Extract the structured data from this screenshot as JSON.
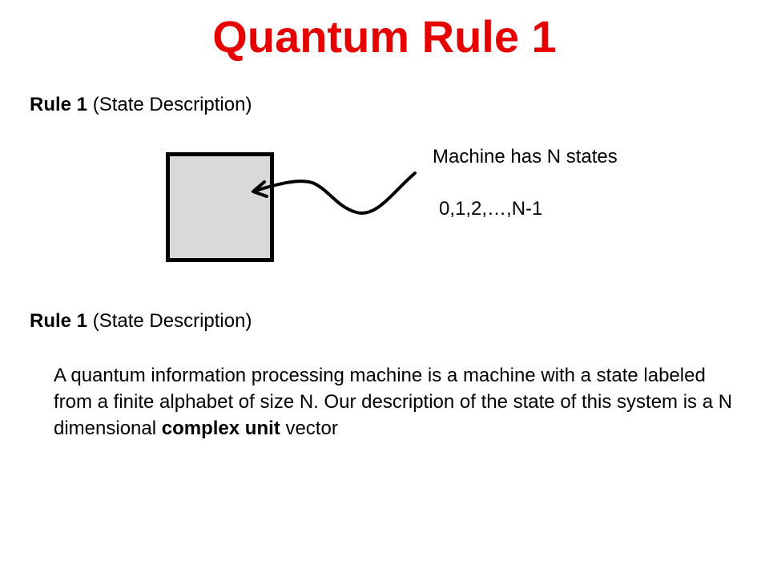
{
  "slide": {
    "title": "Quantum Rule 1",
    "title_color": "#e60000",
    "rule_heading_1": {
      "bold": "Rule 1",
      "rest": " (State Description)"
    },
    "diagram": {
      "box_fill": "#d9d9d9",
      "machine_label": "Machine has N states",
      "states_label": "0,1,2,…,N-1"
    },
    "rule_heading_2": {
      "bold": "Rule 1",
      "rest": " (State Description)"
    },
    "description": {
      "text_1": "A quantum information processing machine is a machine with a state labeled from a finite alphabet of size N.  Our description of the state of this system is a N dimensional ",
      "bold": "complex unit",
      "text_2": " vector"
    }
  }
}
